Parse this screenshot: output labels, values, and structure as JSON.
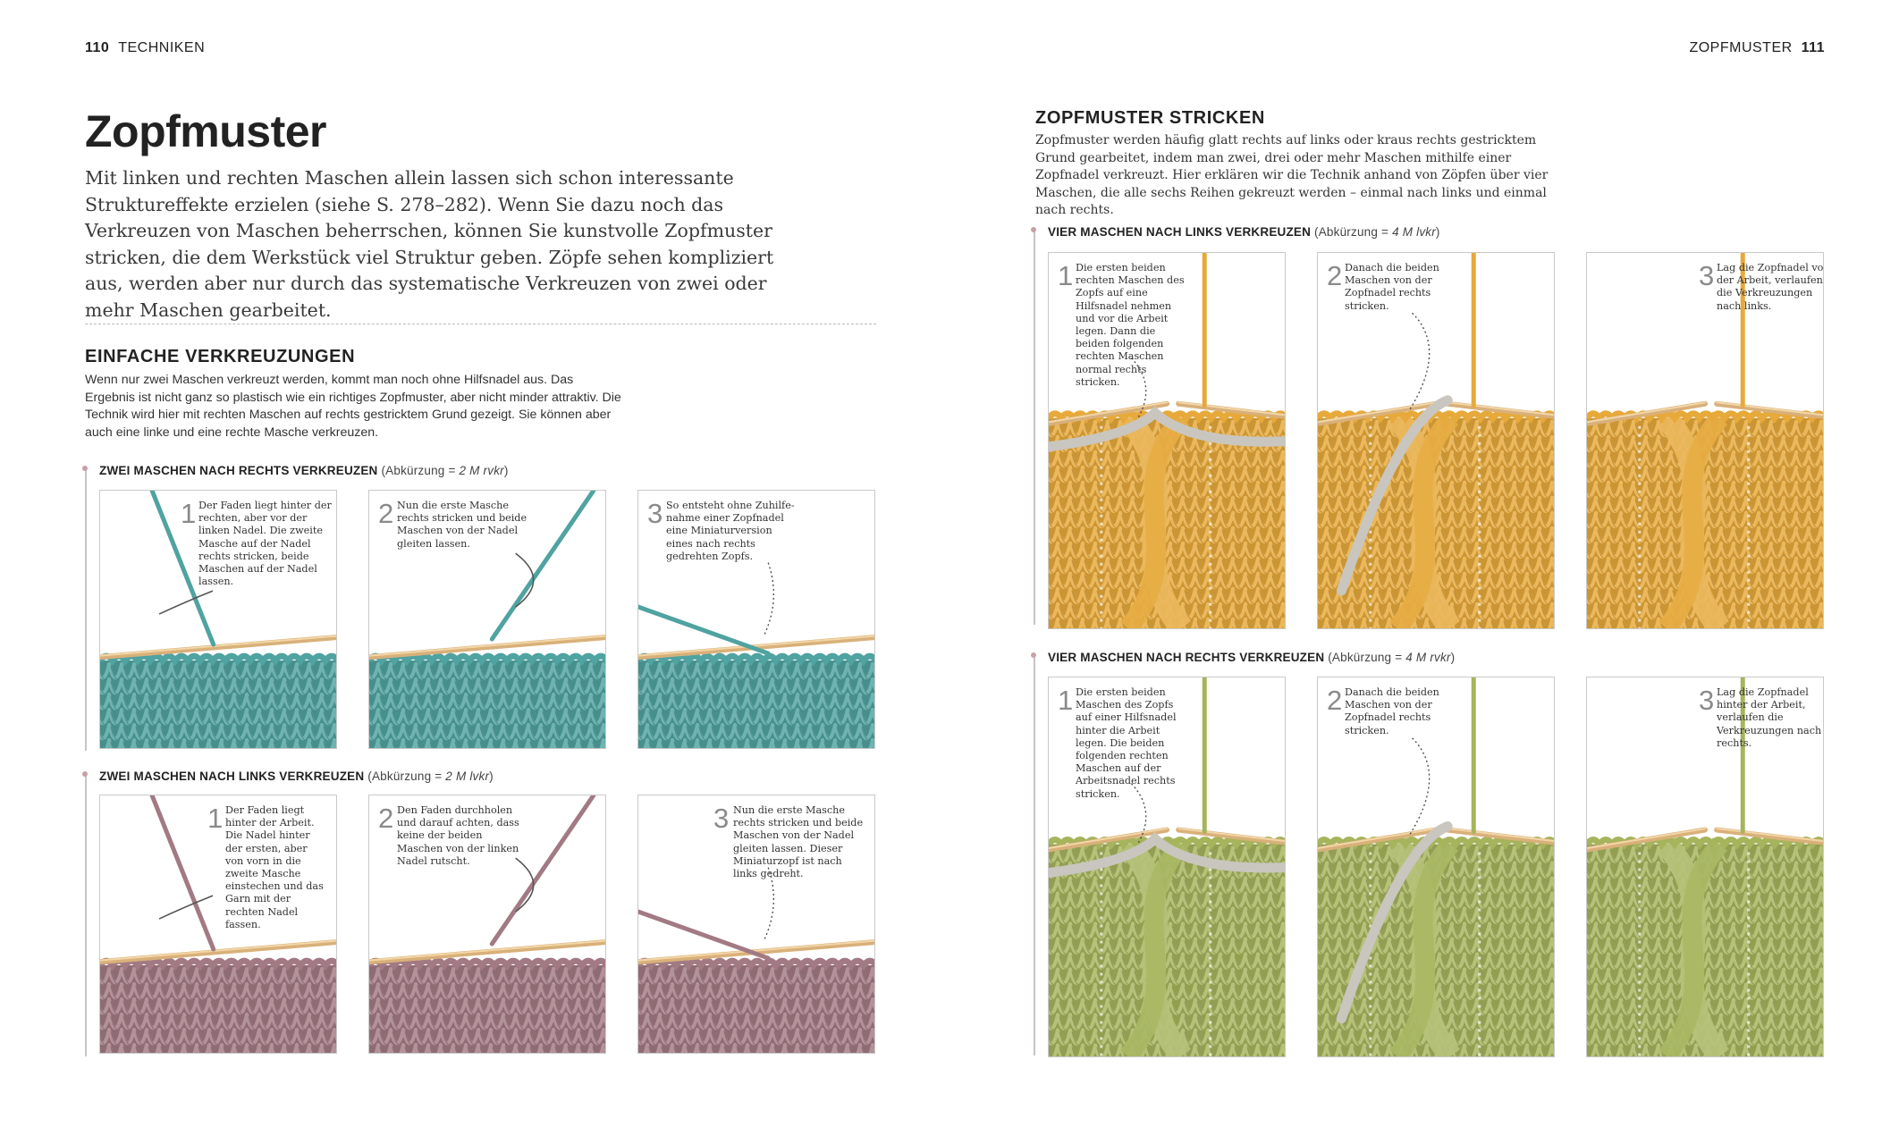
{
  "left_page": {
    "folio_number": "110",
    "folio_section": "TECHNIKEN",
    "title": "Zopfmuster",
    "intro": "Mit linken und rechten Maschen allein lassen sich schon interessante Strukturef­fekte erzielen (siehe S. 278–282). Wenn Sie dazu noch das Verkreuzen von Maschen beherrschen, können Sie kunstvolle Zopfmuster stricken, die dem Werkstück viel Struktur geben. Zöpfe sehen kompliziert aus, werden aber nur durch das systematische Verkreuzen von zwei oder mehr Maschen gearbeitet.",
    "section_heading": "EINFACHE VERKREUZUNGEN",
    "section_text": "Wenn nur zwei Maschen verkreuzt werden, kommt man noch ohne Hilfsnadel aus. Das Ergebnis ist nicht ganz so plastisch wie ein richtiges Zopfmuster, aber nicht minder attraktiv. Die Technik wird hier mit rechten Maschen auf rechts gestricktem Grund gezeigt. Sie können aber auch eine linke und eine rechte Masche verkreuzen.",
    "technique_1": {
      "title": "ZWEI MASCHEN NACH RECHTS VERKREUZEN",
      "abbr_prefix": "(Abkürzung = ",
      "abbr": "2 M rvkr",
      "abbr_suffix": ")",
      "color": "#4fa3a0",
      "steps": [
        {
          "n": "1",
          "text": "Der Faden liegt hinter der rechten, aber vor der linken Nadel. Die zweite Masche auf der Nadel rechts stricken, beide Maschen auf der Nadel lassen."
        },
        {
          "n": "2",
          "text": "Nun die erste Masche rechts stricken und beide Maschen von der Nadel gleiten lassen."
        },
        {
          "n": "3",
          "text": "So entsteht ohne Zuhilfe­nahme einer Zopfnadel eine Miniaturversion eines nach rechts gedrehten Zopfs."
        }
      ]
    },
    "technique_2": {
      "title": "ZWEI MASCHEN NACH LINKS VERKREUZEN",
      "abbr_prefix": "(Abkürzung = ",
      "abbr": "2 M lvkr",
      "abbr_suffix": ")",
      "color": "#a27a84",
      "steps": [
        {
          "n": "1",
          "text": "Der Faden liegt hinter der Arbeit. Die Nadel hinter der ersten, aber von vorn in die zweite Masche einstechen und das Garn mit der rechten Nadel fassen."
        },
        {
          "n": "2",
          "text": "Den Faden durchholen und darauf achten, dass keine der beiden Maschen von der linken Nadel rutscht."
        },
        {
          "n": "3",
          "text": "Nun die erste Masche rechts stricken und beide Maschen von der Nadel gleiten lassen. Dieser Miniaturzopf ist nach links gedreht."
        }
      ]
    }
  },
  "right_page": {
    "folio_number": "111",
    "folio_section": "ZOPFMUSTER",
    "section_heading": "ZOPFMUSTER STRICKEN",
    "section_text": "Zopfmuster werden häufig glatt rechts auf links oder kraus rechts gestricktem Grund gearbeitet, indem man zwei, drei oder mehr Maschen mithilfe einer Zopfnadel ver­kreuzt. Hier erklären wir die Technik anhand von Zöpfen über vier Maschen, die alle sechs Reihen gekreuzt werden – einmal nach links und einmal nach rechts.",
    "technique_3": {
      "title": "VIER MASCHEN NACH LINKS VERKREUZEN",
      "abbr_prefix": "(Abkürzung = ",
      "abbr": "4 M lvkr",
      "abbr_suffix": ")",
      "color": "#e7a93a",
      "steps": [
        {
          "n": "1",
          "text": "Die ersten beiden rechten Maschen des Zopfs auf eine Hilfsnadel nehmen und vor die Arbeit legen. Dann die beiden folgenden rech­ten Maschen normal rechts stricken."
        },
        {
          "n": "2",
          "text": "Danach die beiden Maschen von der Zopfnadel rechts stricken."
        },
        {
          "n": "3",
          "text": "Lag die Zopfnadel vor der Arbeit, verlaufen die Verkreu­zungen nach links."
        }
      ]
    },
    "technique_4": {
      "title": "VIER MASCHEN NACH RECHTS VERKREUZEN",
      "abbr_prefix": "(Abkürzung = ",
      "abbr": "4 M rvkr",
      "abbr_suffix": ")",
      "color": "#a6b45c",
      "steps": [
        {
          "n": "1",
          "text": "Die ersten beiden Maschen des Zopfs auf einer Hilfsnadel hinter die Arbeit legen. Die beiden folgenden rechten Maschen auf der Arbeits­nadel rechts stricken."
        },
        {
          "n": "2",
          "text": "Danach die bei­den Maschen von der Zopfnadel rechts stricken."
        },
        {
          "n": "3",
          "text": "Lag die Zopfnadel hinter der Arbeit, ver­laufen die Verkreuzungen nach rechts."
        }
      ]
    }
  },
  "icons": [
    "knitting-needle-icon",
    "cable-needle-icon",
    "yarn-strand-icon",
    "direction-arrow-icon"
  ]
}
